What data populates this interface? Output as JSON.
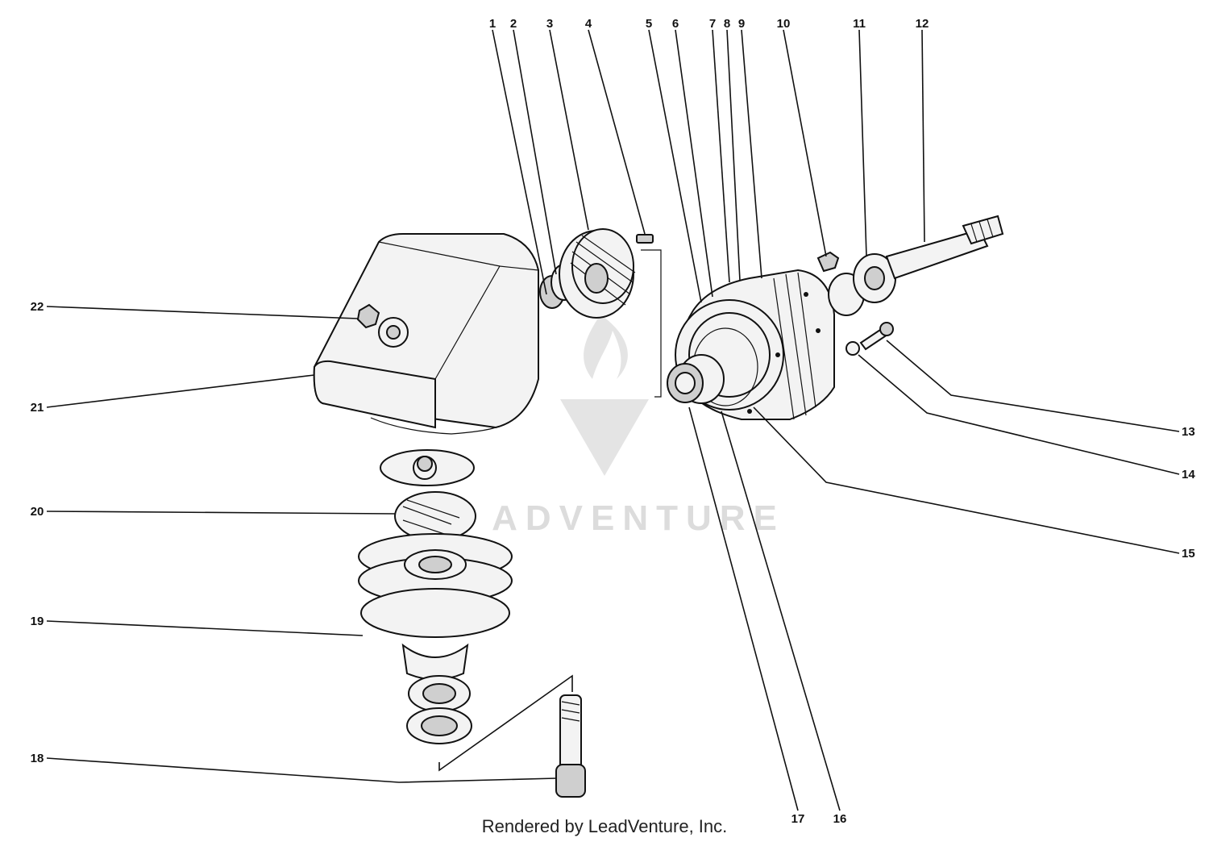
{
  "watermark": "ADVENTURE",
  "footer": "Rendered by LeadVenture, Inc.",
  "callouts": [
    "1",
    "2",
    "3",
    "4",
    "5",
    "6",
    "7",
    "8",
    "9",
    "10",
    "11",
    "12",
    "13",
    "14",
    "15",
    "16",
    "17",
    "18",
    "19",
    "20",
    "21",
    "22"
  ]
}
